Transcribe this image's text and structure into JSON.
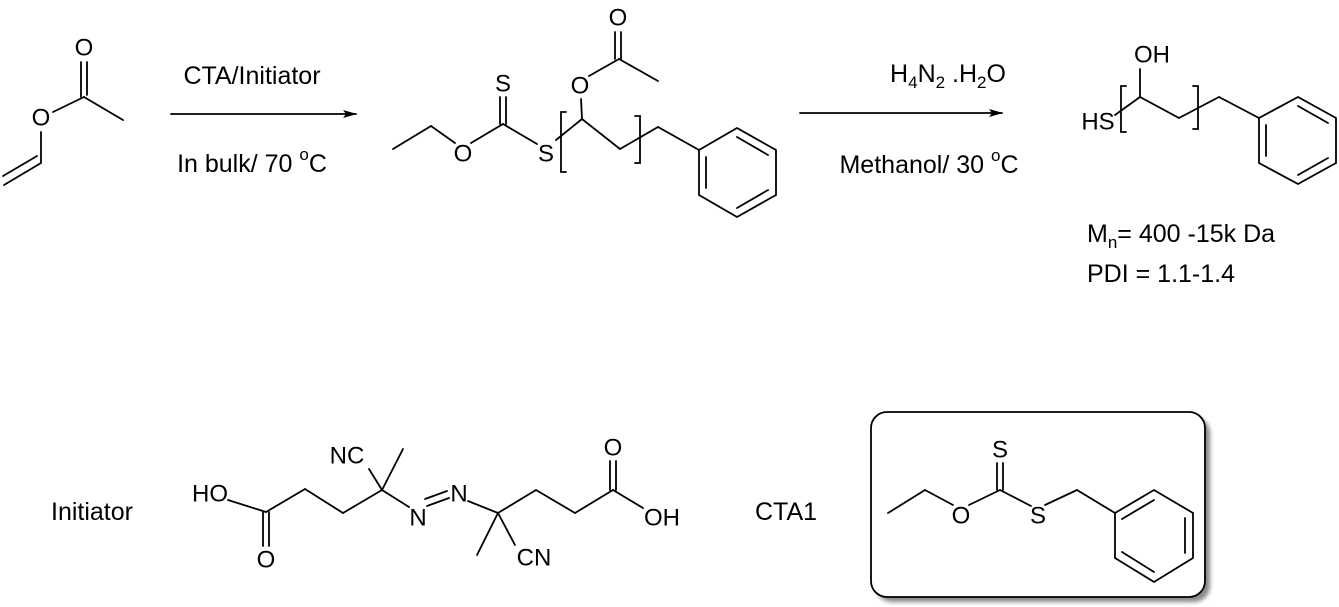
{
  "step1": {
    "reagent": "CTA/Initiator",
    "condition_prefix": "In bulk/ 70 ",
    "degree": "o",
    "unit": "C"
  },
  "step2": {
    "reagent_h": "H",
    "reagent_4": "4",
    "reagent_n": "N",
    "reagent_2": "2",
    "reagent_mid": " .H",
    "reagent_2b": "2",
    "reagent_o": "O",
    "condition_prefix": "Methanol/ 30 ",
    "degree": "o",
    "unit": "C"
  },
  "vinyl_acetate": {
    "atoms": [
      "O",
      "O"
    ]
  },
  "intermediate": {
    "atoms": [
      "S",
      "O",
      "S",
      "O",
      "O"
    ]
  },
  "product": {
    "atoms": [
      "OH",
      "HS"
    ],
    "mn_m": "M",
    "mn_sub": "n",
    "mn_rest": "= 400 -15k Da",
    "pdi": "PDI = 1.1-1.4"
  },
  "initiator": {
    "label": "Initiator",
    "atoms": [
      "HO",
      "O",
      "NC",
      "N",
      "N",
      "CN",
      "O",
      "OH"
    ]
  },
  "cta1": {
    "label": "CTA1",
    "atoms": [
      "S",
      "O",
      "S"
    ]
  }
}
